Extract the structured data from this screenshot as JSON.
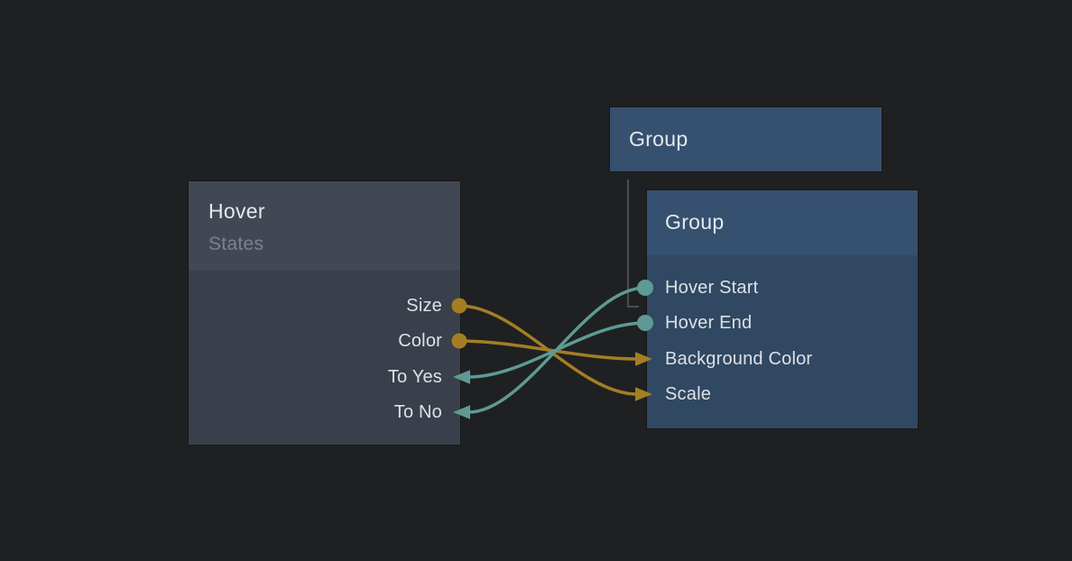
{
  "palette": {
    "background": "#1f2022",
    "node_gray_header": "#424754",
    "node_gray_body": "#3a404b",
    "node_blue_header": "#365070",
    "node_blue_body": "#304862",
    "teal": "#5e9a93",
    "gold": "#a37e23",
    "hierarchy_line": "#4b4d52",
    "title_text": "#e6e8ec",
    "subtitle_text": "#7b818e",
    "port_text": "#dde1e5"
  },
  "nodes": {
    "hover_states": {
      "title": "Hover",
      "subtitle": "States",
      "ports": [
        {
          "label": "Size",
          "marker": "output-dot",
          "color": "gold"
        },
        {
          "label": "Color",
          "marker": "output-dot",
          "color": "gold"
        },
        {
          "label": "To Yes",
          "marker": "input-arrow-left",
          "color": "teal"
        },
        {
          "label": "To No",
          "marker": "input-arrow-left",
          "color": "teal"
        }
      ]
    },
    "group_top": {
      "title": "Group"
    },
    "group_detail": {
      "title": "Group",
      "ports": [
        {
          "label": "Hover Start",
          "marker": "output-dot",
          "color": "teal"
        },
        {
          "label": "Hover End",
          "marker": "output-dot",
          "color": "teal"
        },
        {
          "label": "Background Color",
          "marker": "input-arrow-right",
          "color": "gold"
        },
        {
          "label": "Scale",
          "marker": "input-arrow-right",
          "color": "gold"
        }
      ]
    }
  },
  "connections": [
    {
      "from": "Size",
      "to": "Scale",
      "color": "gold"
    },
    {
      "from": "Color",
      "to": "Background Color",
      "color": "gold"
    },
    {
      "from": "Hover Start",
      "to": "To No",
      "color": "teal"
    },
    {
      "from": "Hover End",
      "to": "To Yes",
      "color": "teal"
    },
    {
      "from": "Group",
      "to": "Group",
      "type": "parent-link",
      "color": "gray"
    }
  ]
}
